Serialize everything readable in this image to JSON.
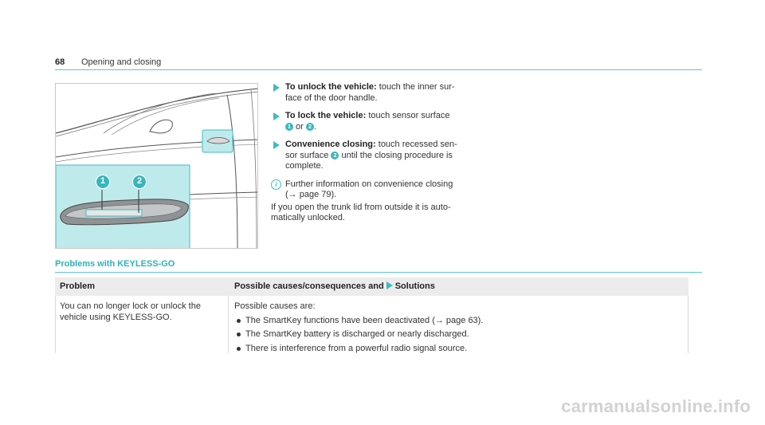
{
  "header": {
    "page_number": "68",
    "title": "Opening and closing"
  },
  "figure": {
    "callouts": [
      "1",
      "2"
    ]
  },
  "steps": [
    {
      "bold": "To unlock the vehicle:",
      "text_a": " touch the inner sur-",
      "text_b": "face of the door handle."
    },
    {
      "bold": "To lock the vehicle:",
      "text_a": " touch sensor surface",
      "badge1": "1",
      "or": " or ",
      "badge2": "2",
      "end": "."
    },
    {
      "bold": "Convenience closing:",
      "text_a": " touch recessed sen-",
      "text_b1": "sor surface ",
      "badge": "2",
      "text_b2": " until the closing procedure is",
      "text_c": "complete."
    }
  ],
  "info": {
    "icon": "i",
    "line1": "Further information on convenience closing",
    "line2": "(→ page 79)."
  },
  "note": {
    "line1": "If you open the trunk lid from outside it is auto-",
    "line2": "matically unlocked."
  },
  "section": {
    "title": "Problems with KEYLESS-GO"
  },
  "table": {
    "col1_header": "Problem",
    "col2_header_a": "Possible causes/consequences and",
    "col2_header_b": "Solutions",
    "problem_line1": "You can no longer lock or unlock the",
    "problem_line2": "vehicle using KEYLESS-GO.",
    "causes_intro": "Possible causes are:",
    "causes": [
      "The SmartKey functions have been deactivated (→ page 63).",
      "The SmartKey battery is discharged or nearly discharged.",
      "There is interference from a powerful radio signal source."
    ]
  },
  "watermark": "carmanualsonline.info",
  "colors": {
    "accent": "#3dbcc4",
    "highlight_fill": "#bfeaec"
  }
}
